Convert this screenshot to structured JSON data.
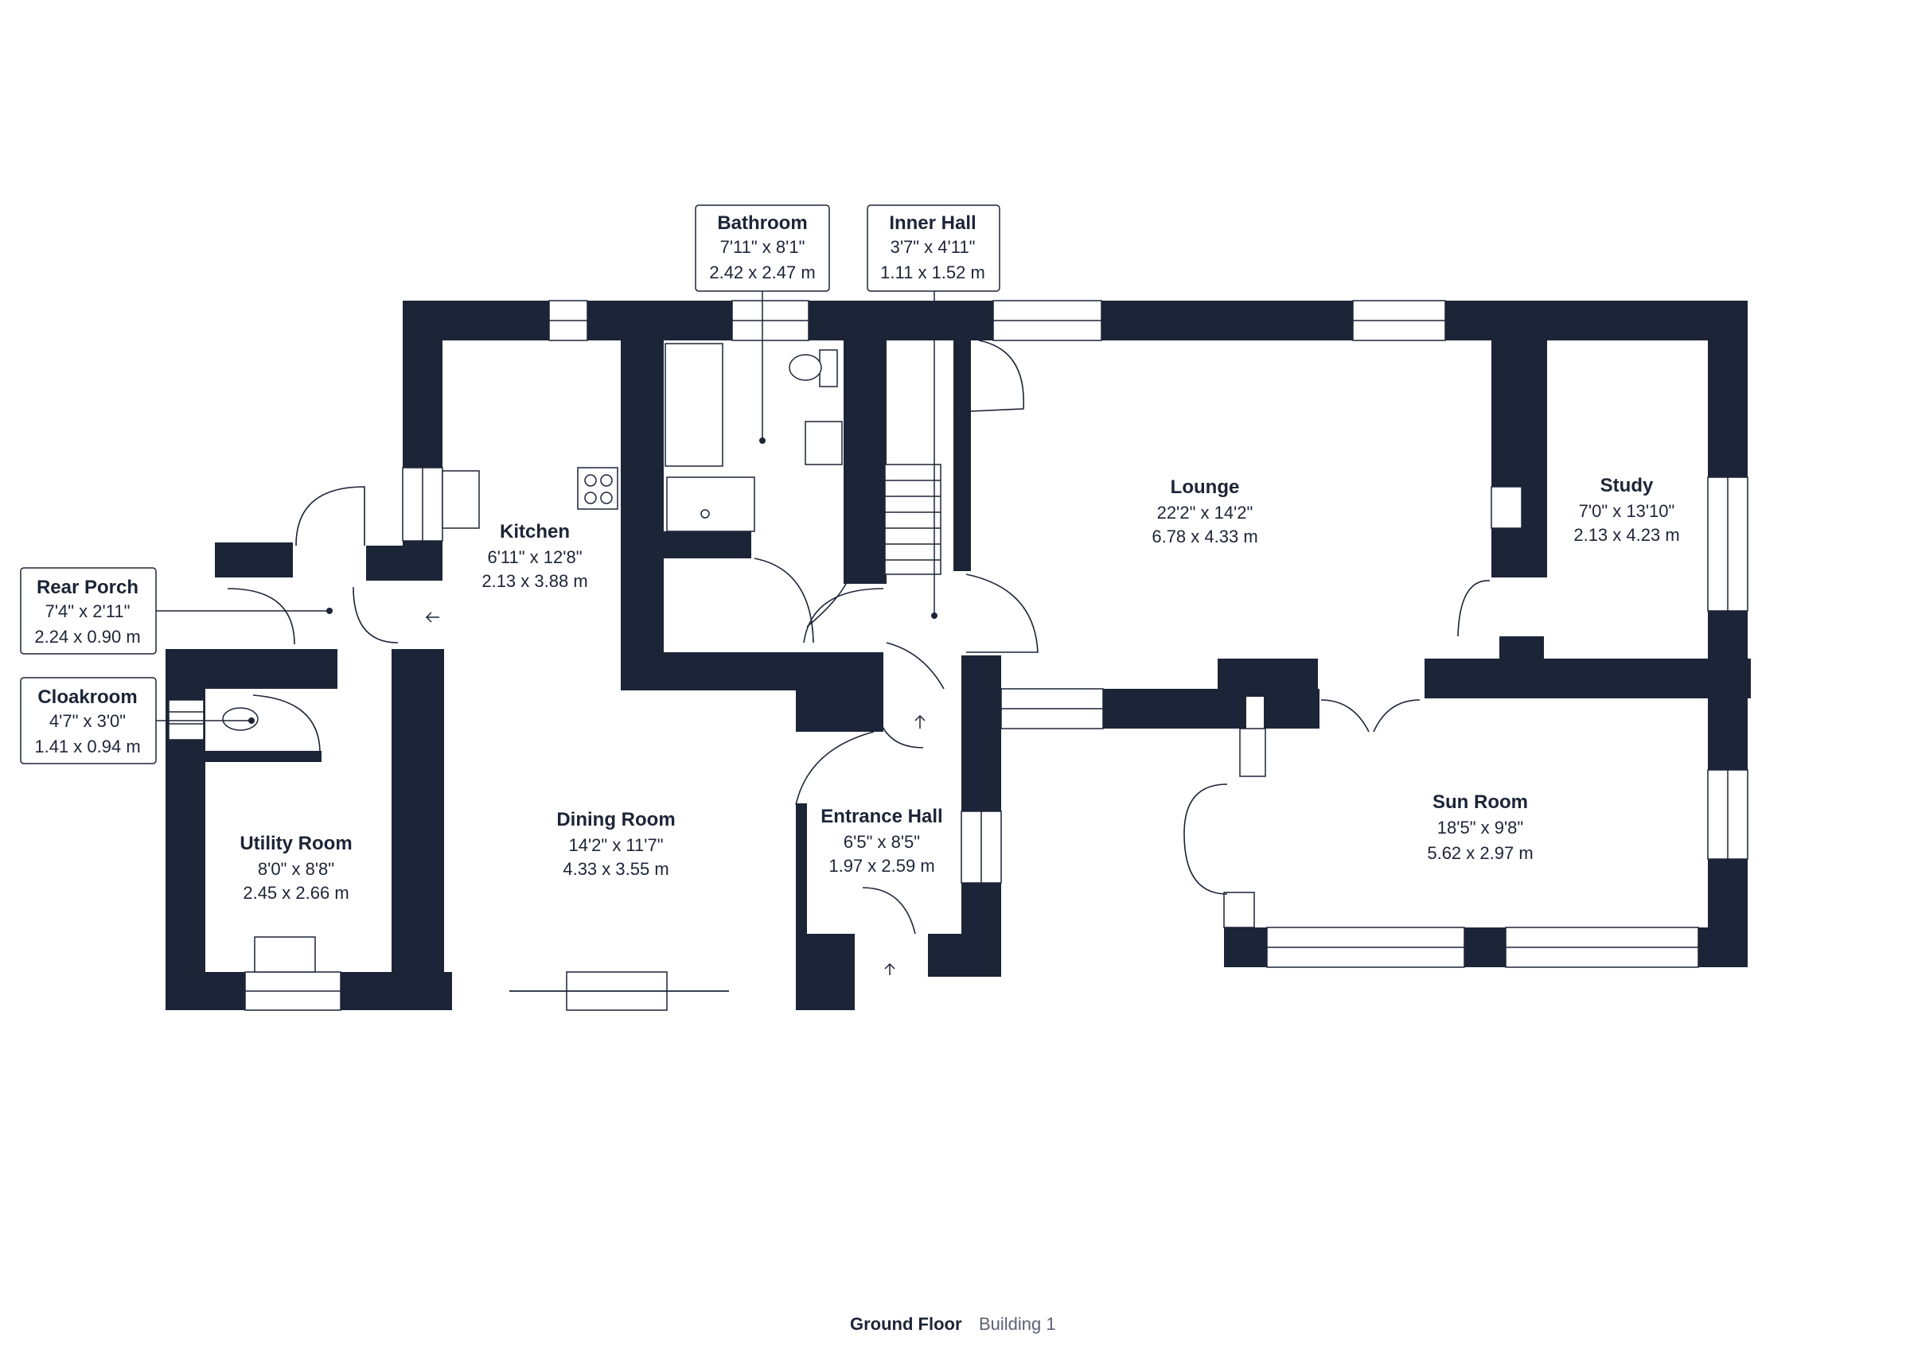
{
  "rooms": {
    "bathroom": {
      "name": "Bathroom",
      "imperial": "7'11\" x 8'1\"",
      "metric": "2.42 x 2.47 m"
    },
    "inner_hall": {
      "name": "Inner Hall",
      "imperial": "3'7\" x 4'11\"",
      "metric": "1.11 x 1.52 m"
    },
    "rear_porch": {
      "name": "Rear Porch",
      "imperial": "7'4\" x 2'11\"",
      "metric": "2.24 x 0.90 m"
    },
    "cloakroom": {
      "name": "Cloakroom",
      "imperial": "4'7\" x 3'0\"",
      "metric": "1.41 x 0.94 m"
    },
    "kitchen": {
      "name": "Kitchen",
      "imperial": "6'11\" x 12'8\"",
      "metric": "2.13 x 3.88 m"
    },
    "lounge": {
      "name": "Lounge",
      "imperial": "22'2\" x 14'2\"",
      "metric": "6.78 x 4.33 m"
    },
    "study": {
      "name": "Study",
      "imperial": "7'0\" x 13'10\"",
      "metric": "2.13 x 4.23 m"
    },
    "utility": {
      "name": "Utility Room",
      "imperial": "8'0\" x 8'8\"",
      "metric": "2.45 x 2.66 m"
    },
    "dining": {
      "name": "Dining Room",
      "imperial": "14'2\" x 11'7\"",
      "metric": "4.33 x 3.55 m"
    },
    "entrance": {
      "name": "Entrance Hall",
      "imperial": "6'5\" x 8'5\"",
      "metric": "1.97 x 2.59 m"
    },
    "sun_room": {
      "name": "Sun Room",
      "imperial": "18'5\" x 9'8\"",
      "metric": "5.62 x 2.97 m"
    }
  },
  "footer": {
    "floor": "Ground Floor",
    "building": "Building 1"
  },
  "colors": {
    "wall": "#1c2537",
    "background": "#ffffff"
  }
}
